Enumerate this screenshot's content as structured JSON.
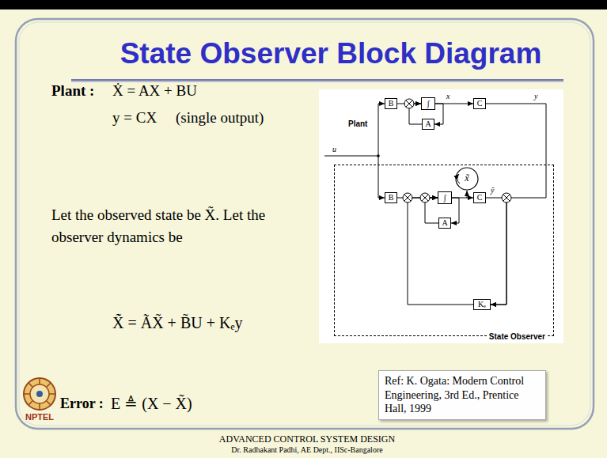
{
  "diagram": {
    "title": "State Observer Block Diagram",
    "nodes": [
      {
        "text": [
          "B"
        ]
      },
      {
        "text": [
          "∫"
        ]
      },
      {
        "text": [
          "C"
        ]
      },
      {
        "text": [
          "A"
        ]
      },
      {
        "text": [
          "State Observer"
        ]
      },
      {
        "text": [
          "B"
        ],
        "in": 4
      },
      {
        "text": [
          "∫"
        ],
        "in": 4
      },
      {
        "text": [
          "C"
        ],
        "in": 4
      },
      {
        "text": [
          "A"
        ],
        "in": 4
      },
      {
        "text": [
          "Kₑ"
        ],
        "in": 4
      },
      {
        "text": [
          "Ref: K. Ogata: Modern Control Engineering, 3rd Ed., Prentice Hall, 1999"
        ]
      }
    ],
    "edges": [
      {
        "from": 0,
        "to": 1,
        "arrow": "to"
      },
      {
        "from": 1,
        "to": 2,
        "arrow": "to"
      },
      {
        "from": 1,
        "to": 3,
        "arrow": "to"
      },
      {
        "from": 3,
        "to": 1,
        "arrow": "to"
      },
      {
        "from": 5,
        "to": 6,
        "arrow": "to"
      },
      {
        "from": 6,
        "to": 7,
        "arrow": "to"
      },
      {
        "from": 6,
        "to": 8,
        "arrow": "to"
      },
      {
        "from": 8,
        "to": 6,
        "arrow": "to"
      },
      {
        "from": 7,
        "to": 9,
        "arrow": "to"
      },
      {
        "from": 2,
        "to": 9,
        "arrow": "to"
      },
      {
        "from": 9,
        "to": 6,
        "arrow": "to"
      }
    ],
    "labels": [
      "Plant :",
      "Ẋ = AX + BU",
      "y = CX",
      "(single output)",
      "Let the observed state be X̃. Let the observer dynamics be",
      "X̃̇ = ÃX̃ + B̃U + Kₑy",
      "Error :",
      "E ≜ (X − X̃)",
      "u",
      "x",
      "y",
      "Plant",
      "x̃",
      "ỹ",
      "NPTEL",
      "ADVANCED CONTROL SYSTEM DESIGN",
      "Dr. Radhakant Padhi, AE Dept., IISc-Bangalore"
    ]
  }
}
